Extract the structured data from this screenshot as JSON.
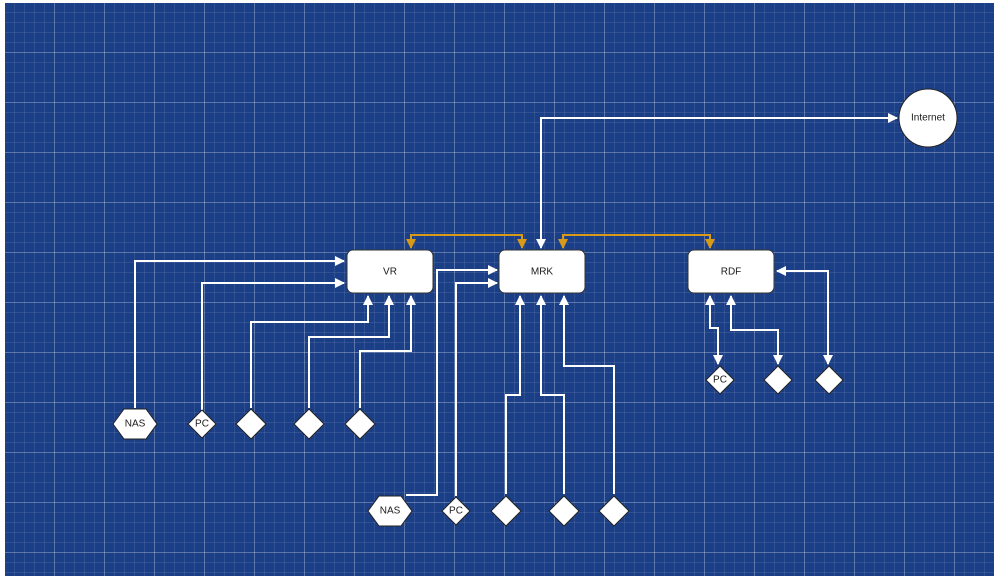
{
  "diagram": {
    "nodes": {
      "vr": "VR",
      "mrk": "MRK",
      "rdf": "RDF",
      "internet": "Internet",
      "nas_left": "NAS",
      "pc_left": "PC",
      "nas_bottom": "NAS",
      "pc_bottom": "PC",
      "pc_right": "PC"
    },
    "colors": {
      "background": "#1b3f87",
      "line": "#ffffff",
      "link": "#d99a17"
    }
  }
}
